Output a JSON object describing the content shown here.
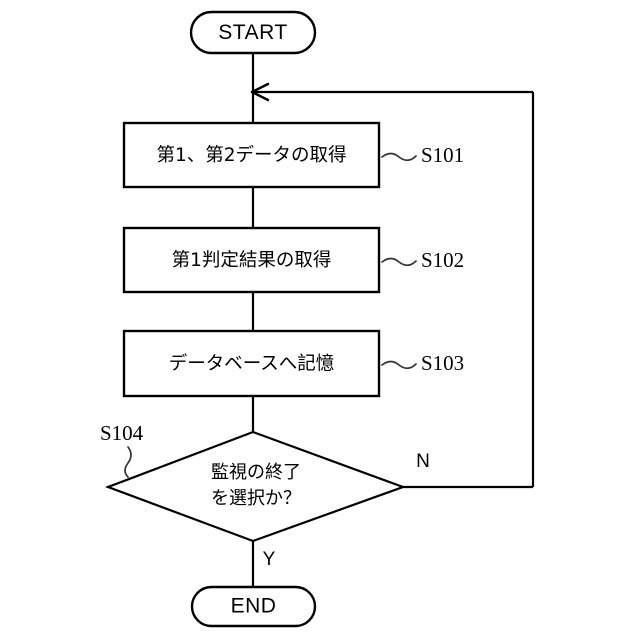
{
  "diagram": {
    "type": "flowchart",
    "orientation": "top-to-bottom",
    "background_color": "#ffffff",
    "line_color": "#000000"
  },
  "nodes": {
    "start": {
      "label": "START",
      "shape": "stadium"
    },
    "end": {
      "label": "END",
      "shape": "stadium"
    },
    "process1": {
      "label": "第1、第2データの取得",
      "shape": "rectangle",
      "step": "S101"
    },
    "process2": {
      "label": "第1判定結果の取得",
      "shape": "rectangle",
      "step": "S102"
    },
    "process3": {
      "label": "データベースへ記憶",
      "shape": "rectangle",
      "step": "S103"
    },
    "decision": {
      "line1": "監視の終了",
      "line2": "を選択か？",
      "shape": "diamond",
      "step": "S104"
    }
  },
  "branches": {
    "no": "N",
    "yes": "Y"
  }
}
